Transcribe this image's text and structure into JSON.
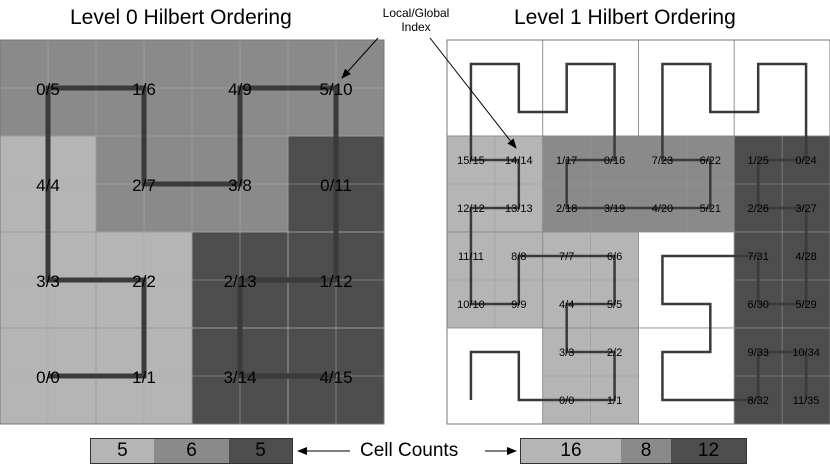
{
  "titles": {
    "left": "Level 0 Hilbert Ordering",
    "right": "Level 1 Hilbert Ordering"
  },
  "callout": {
    "line1": "Local/Global",
    "line2": "Index"
  },
  "colors": {
    "white": "#ffffff",
    "light": "#b5b5b5",
    "mid": "#8a8a8a",
    "dark": "#4d4d4d",
    "curve": "#3a3a3a"
  },
  "level0": {
    "labels": [
      [
        "0/5",
        "1/6",
        "4/9",
        "5/10"
      ],
      [
        "4/4",
        "2/7",
        "3/8",
        "0/11"
      ],
      [
        "3/3",
        "2/2",
        "2/13",
        "1/12"
      ],
      [
        "0/0",
        "1/1",
        "3/14",
        "4/15"
      ]
    ],
    "shades": [
      [
        "mid",
        "mid",
        "mid",
        "mid"
      ],
      [
        "light",
        "mid",
        "mid",
        "dark"
      ],
      [
        "light",
        "light",
        "dark",
        "dark"
      ],
      [
        "light",
        "light",
        "dark",
        "dark"
      ]
    ]
  },
  "level1": {
    "coarse_shades": [
      [
        "white",
        "white",
        "white",
        "white"
      ],
      [
        "light",
        "mid",
        "mid",
        "dark"
      ],
      [
        "light",
        "light",
        "white",
        "dark"
      ],
      [
        "white",
        "light",
        "white",
        "dark"
      ]
    ],
    "fine_labels": [
      [
        "15/15",
        "14/14",
        "1/17",
        "0/16",
        "7/23",
        "6/22",
        "1/25",
        "0/24"
      ],
      [
        "12/12",
        "13/13",
        "2/18",
        "3/19",
        "4/20",
        "5/21",
        "2/26",
        "3/27"
      ],
      [
        "11/11",
        "8/8",
        "7/7",
        "6/6",
        "",
        "",
        "7/31",
        "4/28"
      ],
      [
        "10/10",
        "9/9",
        "4/4",
        "5/5",
        "",
        "",
        "6/30",
        "5/29"
      ],
      [
        "",
        "",
        "3/3",
        "2/2",
        "",
        "",
        "9/33",
        "10/34"
      ],
      [
        "",
        "",
        "0/0",
        "1/1",
        "",
        "",
        "8/32",
        "11/35"
      ]
    ]
  },
  "cell_counts": {
    "label": "Cell Counts",
    "left": [
      {
        "value": "5",
        "shade": "light"
      },
      {
        "value": "6",
        "shade": "mid"
      },
      {
        "value": "5",
        "shade": "dark"
      }
    ],
    "right": [
      {
        "value": "16",
        "shade": "light"
      },
      {
        "value": "8",
        "shade": "mid"
      },
      {
        "value": "12",
        "shade": "dark"
      }
    ]
  }
}
